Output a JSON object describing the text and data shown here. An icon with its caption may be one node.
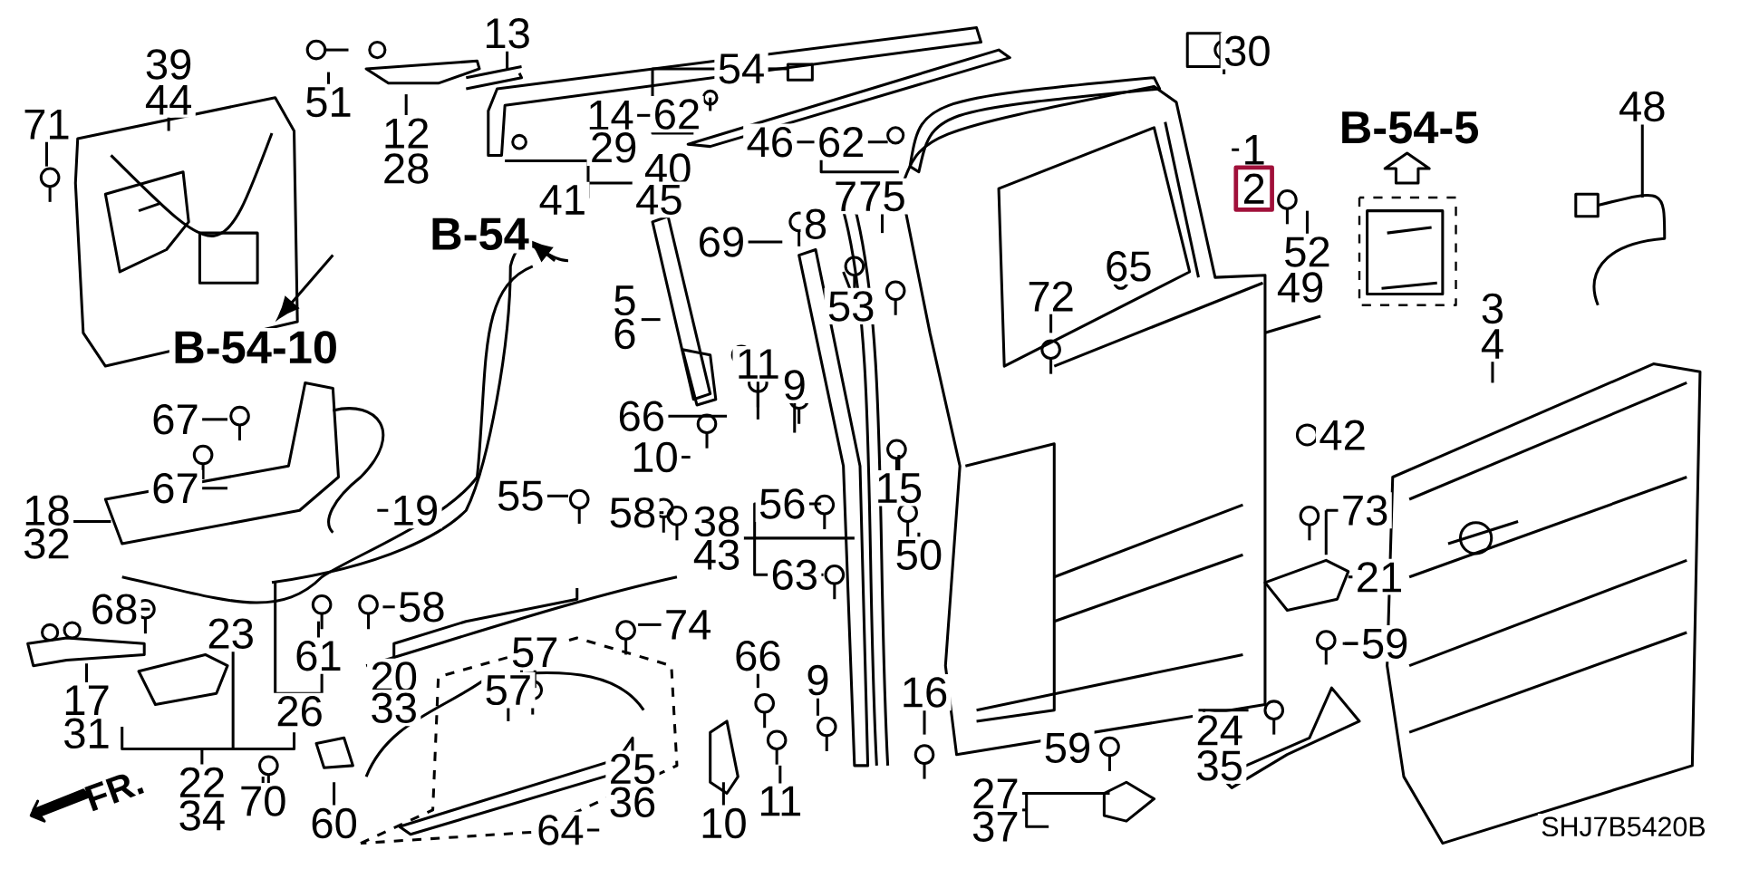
{
  "diagram": {
    "labels": [
      "13",
      "39",
      "44",
      "51",
      "54",
      "30",
      "14",
      "62",
      "71",
      "12",
      "28",
      "29",
      "40",
      "46",
      "62",
      "1",
      "B-54-5",
      "48",
      "2",
      "41",
      "45",
      "7",
      "75",
      "8",
      "69",
      "B-54",
      "52",
      "5",
      "65",
      "72",
      "6",
      "53",
      "49",
      "B-54-10",
      "3",
      "11",
      "9",
      "4",
      "66",
      "67",
      "10",
      "42",
      "15",
      "67",
      "18",
      "19",
      "56",
      "55",
      "38",
      "58",
      "73",
      "32",
      "43",
      "50",
      "63",
      "21",
      "68",
      "58",
      "23",
      "74",
      "61",
      "59",
      "57",
      "20",
      "26",
      "17",
      "66",
      "57",
      "9",
      "16",
      "33",
      "31",
      "24",
      "59",
      "27",
      "22",
      "25",
      "35",
      "70",
      "11",
      "60",
      "10",
      "FR.",
      "37",
      "34",
      "36",
      "64",
      "SHJ7B5420B"
    ]
  }
}
